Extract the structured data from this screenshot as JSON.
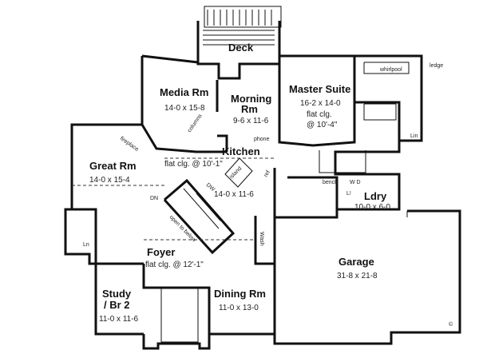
{
  "rooms": {
    "deck": {
      "name": "Deck"
    },
    "media": {
      "name": "Media Rm",
      "dims": "14-0 x 15-8"
    },
    "morning": {
      "name_1": "Morning",
      "name_2": "Rm",
      "dims": "9-6 x 11-6"
    },
    "master": {
      "name": "Master Suite",
      "dims": "16-2 x 14-0",
      "ceiling_1": "flat clg.",
      "ceiling_2": "@ 10'-4\""
    },
    "great": {
      "name": "Great Rm",
      "dims": "14-0 x 15-4"
    },
    "kitchen": {
      "name": "Kitchen",
      "dims": "14-0 x 11-6",
      "ceiling": "flat clg. @ 10'-1\""
    },
    "laundry": {
      "name": "Ldry",
      "dims": "10-0 x 6-0"
    },
    "foyer": {
      "name": "Foyer",
      "ceiling": "flat clg. @ 12'-1\""
    },
    "garage": {
      "name": "Garage",
      "dims": "31-8 x 21-8"
    },
    "study": {
      "name_1": "Study",
      "name_2": "/ Br 2",
      "dims": "11-0 x 11-6"
    },
    "dining": {
      "name": "Dining Rm",
      "dims": "11-0 x 13-0"
    }
  },
  "labels": {
    "whirlpool": "whirlpool",
    "ledge": "ledge",
    "lin": "Lin",
    "phone": "phone",
    "fireplace": "fireplace",
    "columns": "columns",
    "island": "island",
    "dw": "DW",
    "ref": "ref",
    "bench": "bench",
    "wd": "W  D",
    "lt": "L!",
    "dn": "DN",
    "open_to_below": "open to below",
    "wash": "Wash",
    "ln": "Ln",
    "copyright": "©"
  }
}
